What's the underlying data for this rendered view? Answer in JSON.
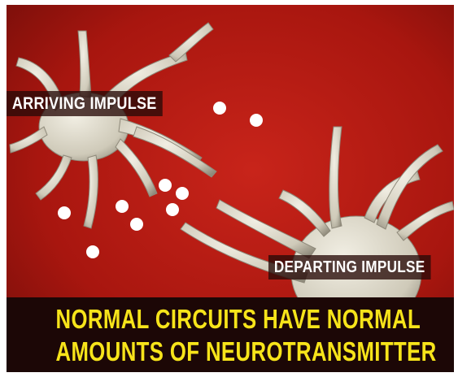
{
  "labels": {
    "arriving": "ARRIVING IMPULSE",
    "departing": "DEPARTING IMPULSE"
  },
  "caption": {
    "line1": "NORMAL CIRCUITS HAVE NORMAL",
    "line2": "AMOUNTS OF NEUROTRANSMITTER"
  },
  "colors": {
    "background_red": "#b01a14",
    "caption_yellow": "#f7e41a",
    "neuron": "#d9d6c8"
  }
}
